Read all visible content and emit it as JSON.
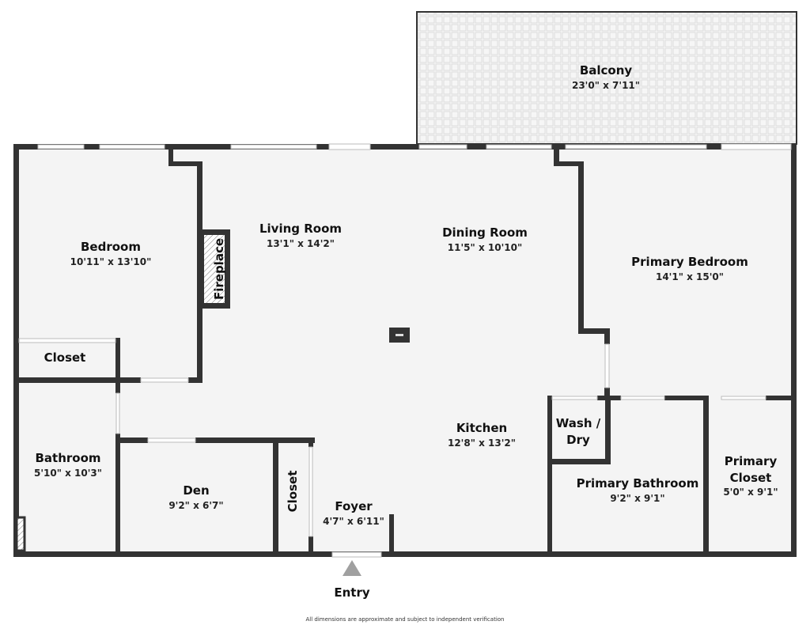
{
  "rooms": {
    "balcony": {
      "name": "Balcony",
      "dims": "23'0\" x 7'11\""
    },
    "bedroom": {
      "name": "Bedroom",
      "dims": "10'11\" x 13'10\""
    },
    "living_room": {
      "name": "Living Room",
      "dims": "13'1\" x 14'2\""
    },
    "dining_room": {
      "name": "Dining Room",
      "dims": "11'5\" x 10'10\""
    },
    "primary_bedroom": {
      "name": "Primary Bedroom",
      "dims": "14'1\" x 15'0\""
    },
    "fireplace": {
      "name": "Fireplace"
    },
    "closet_bedroom": {
      "name": "Closet"
    },
    "bathroom": {
      "name": "Bathroom",
      "dims": "5'10\" x 10'3\""
    },
    "den": {
      "name": "Den",
      "dims": "9'2\" x 6'7\""
    },
    "closet_foyer": {
      "name": "Closet"
    },
    "foyer": {
      "name": "Foyer",
      "dims": "4'7\" x 6'11\""
    },
    "kitchen": {
      "name": "Kitchen",
      "dims": "12'8\" x 13'2\""
    },
    "wash_dry": {
      "name_line1": "Wash /",
      "name_line2": "Dry"
    },
    "primary_bathroom": {
      "name": "Primary Bathroom",
      "dims": "9'2\" x 9'1\""
    },
    "primary_closet": {
      "name_line1": "Primary",
      "name_line2": "Closet",
      "dims": "5'0\" x 9'1\""
    }
  },
  "entry_label": "Entry",
  "disclaimer": "All dimensions are approximate and subject to independent verification",
  "colors": {
    "wall": "#333333",
    "floor": "#f4f4f4",
    "entry_arrow": "#a0a0a0"
  }
}
